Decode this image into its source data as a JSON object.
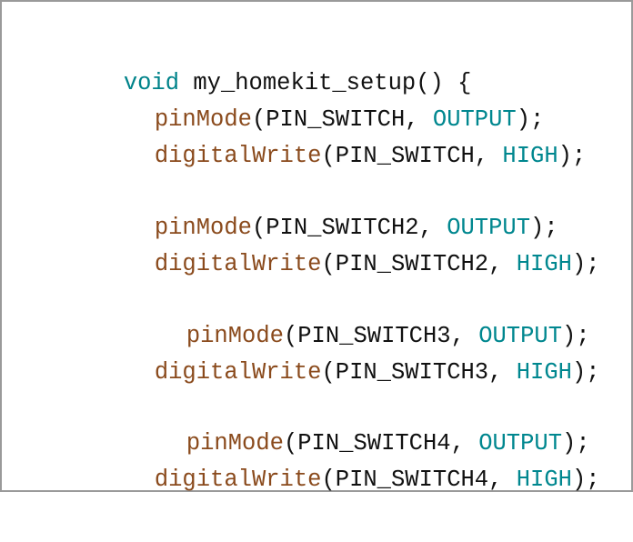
{
  "code_block": {
    "colors": {
      "keyword": "#00838a",
      "function": "#8a4a1c",
      "constant": "#00878f",
      "text": "#111111",
      "border": "#9a9a9a",
      "background": "#ffffff"
    },
    "lines": [
      {
        "tokens": [
          {
            "t": "void",
            "c": "kw"
          },
          {
            "t": " my_homekit_setup() {",
            "c": "plain"
          }
        ]
      },
      {
        "tokens": [
          {
            "t": "pinMode",
            "c": "fn"
          },
          {
            "t": "(PIN_SWITCH, ",
            "c": "plain"
          },
          {
            "t": "OUTPUT",
            "c": "const"
          },
          {
            "t": ");",
            "c": "plain"
          }
        ]
      },
      {
        "tokens": [
          {
            "t": "digitalWrite",
            "c": "fn"
          },
          {
            "t": "(PIN_SWITCH, ",
            "c": "plain"
          },
          {
            "t": "HIGH",
            "c": "const"
          },
          {
            "t": ");",
            "c": "plain"
          }
        ]
      },
      {
        "tokens": [
          {
            "t": "pinMode",
            "c": "fn"
          },
          {
            "t": "(PIN_SWITCH2, ",
            "c": "plain"
          },
          {
            "t": "OUTPUT",
            "c": "const"
          },
          {
            "t": ");",
            "c": "plain"
          }
        ]
      },
      {
        "tokens": [
          {
            "t": "digitalWrite",
            "c": "fn"
          },
          {
            "t": "(PIN_SWITCH2, ",
            "c": "plain"
          },
          {
            "t": "HIGH",
            "c": "const"
          },
          {
            "t": ");",
            "c": "plain"
          }
        ]
      },
      {
        "tokens": [
          {
            "t": "pinMode",
            "c": "fn"
          },
          {
            "t": "(PIN_SWITCH3, ",
            "c": "plain"
          },
          {
            "t": "OUTPUT",
            "c": "const"
          },
          {
            "t": ");",
            "c": "plain"
          }
        ]
      },
      {
        "tokens": [
          {
            "t": "digitalWrite",
            "c": "fn"
          },
          {
            "t": "(PIN_SWITCH3, ",
            "c": "plain"
          },
          {
            "t": "HIGH",
            "c": "const"
          },
          {
            "t": ");",
            "c": "plain"
          }
        ]
      },
      {
        "tokens": [
          {
            "t": "pinMode",
            "c": "fn"
          },
          {
            "t": "(PIN_SWITCH4, ",
            "c": "plain"
          },
          {
            "t": "OUTPUT",
            "c": "const"
          },
          {
            "t": ");",
            "c": "plain"
          }
        ]
      },
      {
        "tokens": [
          {
            "t": "digitalWrite",
            "c": "fn"
          },
          {
            "t": "(PIN_SWITCH4, ",
            "c": "plain"
          },
          {
            "t": "HIGH",
            "c": "const"
          },
          {
            "t": ");",
            "c": "plain"
          }
        ]
      }
    ]
  }
}
